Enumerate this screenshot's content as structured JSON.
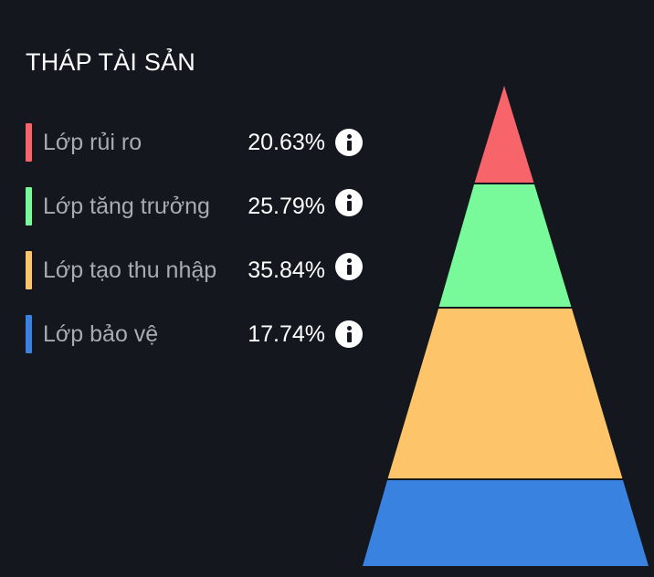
{
  "title": "THÁP TÀI SẢN",
  "legend": [
    {
      "label": "Lớp rủi ro",
      "value": "20.63%",
      "color": "#f7646a",
      "icon": "info-icon"
    },
    {
      "label": "Lớp tăng trưởng",
      "value": "25.79%",
      "color": "#78fa9a",
      "icon": "info-icon"
    },
    {
      "label": "Lớp tạo thu nhập",
      "value": "35.84%",
      "color": "#fdc46a",
      "icon": "info-icon"
    },
    {
      "label": "Lớp bảo vệ",
      "value": "17.74%",
      "color": "#3a82e0",
      "icon": "info-icon"
    }
  ],
  "colors": {
    "background": "#14171e",
    "divider": "#14171e"
  }
}
